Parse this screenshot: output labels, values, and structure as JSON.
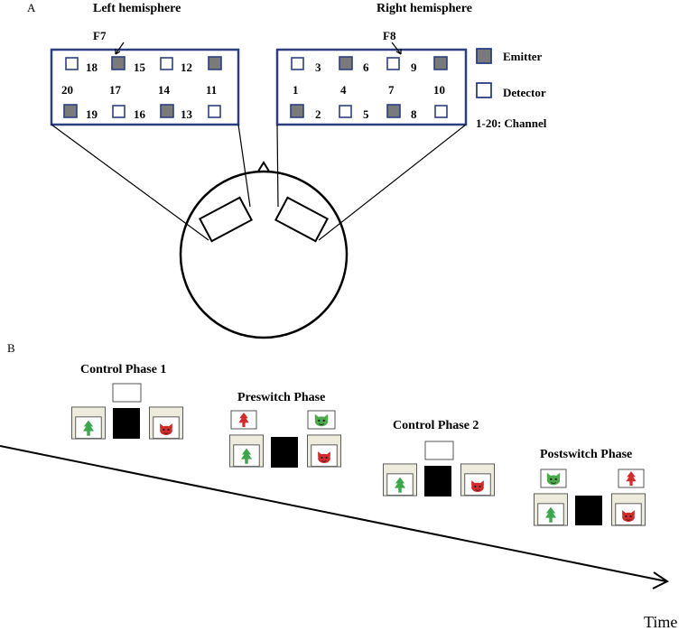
{
  "panel_a": {
    "letter": "A",
    "left_title": "Left hemisphere",
    "right_title": "Right hemisphere",
    "left_marker": "F7",
    "right_marker": "F8",
    "left_channels": [
      "18",
      "15",
      "12",
      "20",
      "17",
      "14",
      "11",
      "19",
      "16",
      "13"
    ],
    "right_channels": [
      "3",
      "6",
      "9",
      "1",
      "4",
      "7",
      "10",
      "2",
      "5",
      "8"
    ]
  },
  "legend": {
    "emitter": "Emitter",
    "detector": "Detector",
    "channel": "1-20:   Channel",
    "emitter_color": "#7a7a7a",
    "detector_color": "#ffffff",
    "frame_color": "#2e3f7f"
  },
  "panel_b": {
    "letter": "B",
    "phases": [
      "Control Phase 1",
      "Preswitch Phase",
      "Control Phase 2",
      "Postswitch Phase"
    ],
    "time_label": "Time",
    "colors": {
      "tree": "#3aa84a",
      "tree_red": "#d62a2a",
      "cat_green": "#4caa4c",
      "cat_red": "#d42a2a",
      "box_fill": "#ecebdc"
    }
  }
}
